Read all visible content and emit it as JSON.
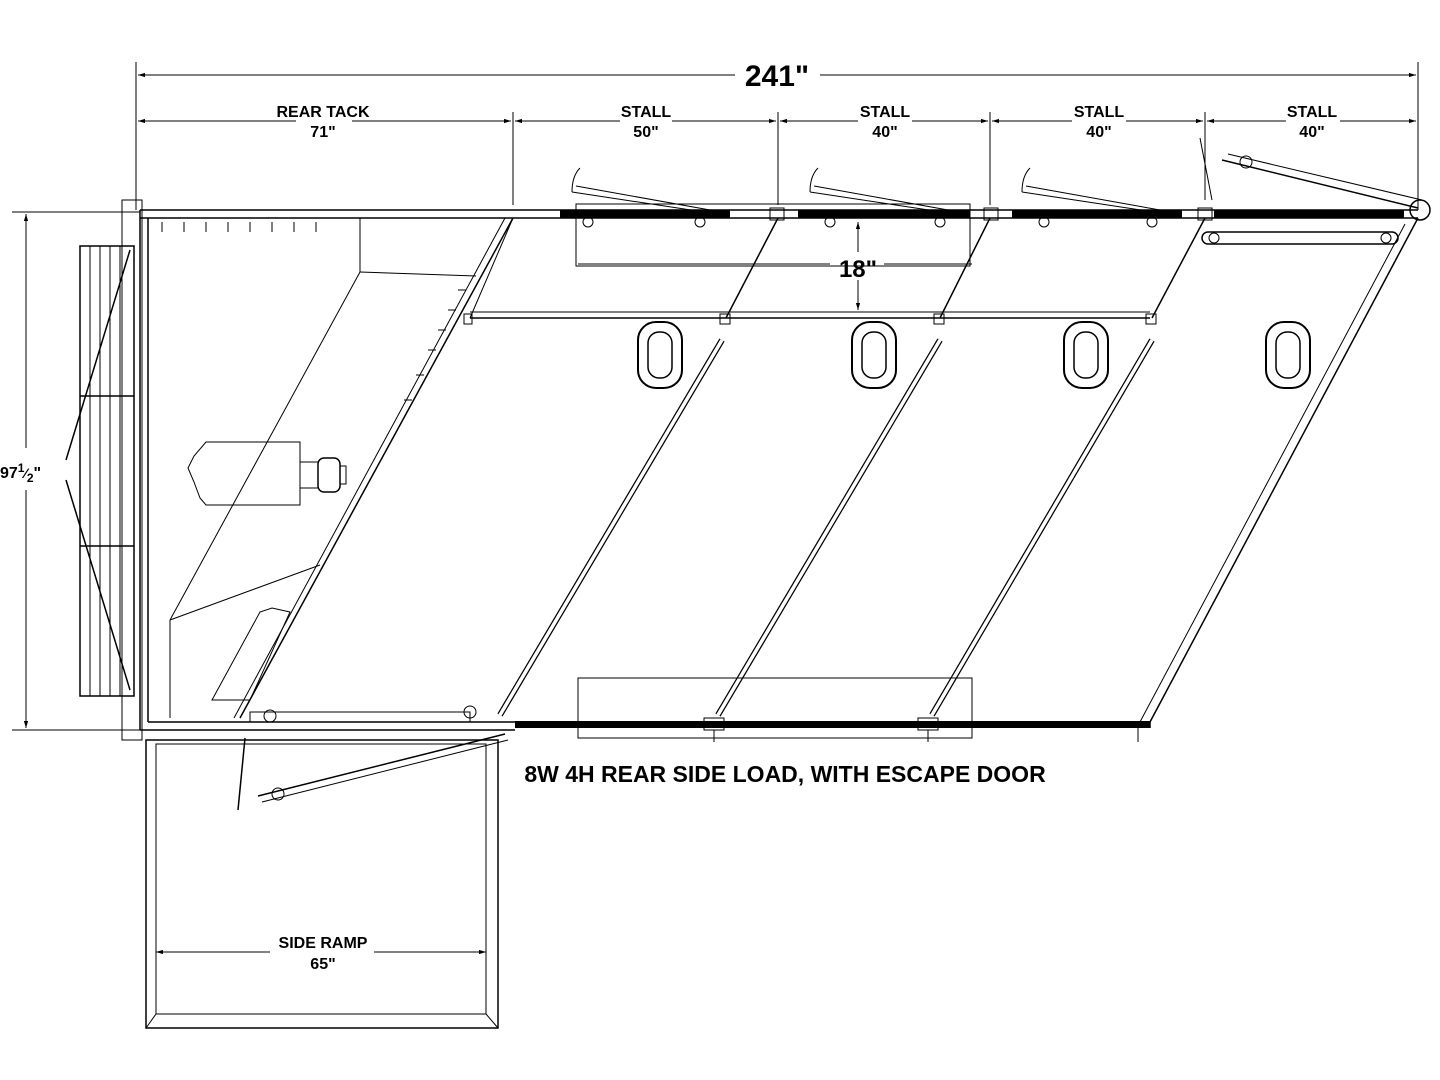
{
  "drawing": {
    "overall_length": "241\"",
    "width": {
      "whole": "97",
      "fraction_numerator": "1",
      "fraction_denominator": "2",
      "unit": "\""
    },
    "partition_gap": "18\"",
    "sections": [
      {
        "name": "REAR TACK",
        "length": "71\""
      },
      {
        "name": "STALL",
        "length": "50\""
      },
      {
        "name": "STALL",
        "length": "40\""
      },
      {
        "name": "STALL",
        "length": "40\""
      },
      {
        "name": "STALL",
        "length": "40\""
      }
    ],
    "ramp": {
      "name": "SIDE RAMP",
      "length": "65\""
    },
    "title": "8W 4H REAR SIDE LOAD, WITH ESCAPE DOOR"
  }
}
